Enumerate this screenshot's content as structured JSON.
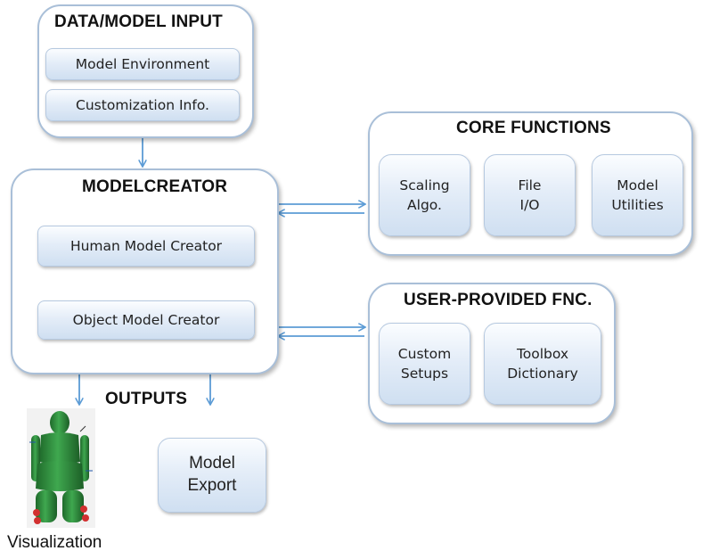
{
  "input_panel": {
    "title": "DATA/MODEL INPUT",
    "items": [
      "Model Environment",
      "Customization Info."
    ]
  },
  "modelcreator_panel": {
    "title": "MODELCREATOR",
    "items": [
      "Human Model Creator",
      "Object Model Creator"
    ]
  },
  "core_panel": {
    "title": "CORE FUNCTIONS",
    "items": [
      "Scaling\nAlgo.",
      "File\nI/O",
      "Model\nUtilities"
    ]
  },
  "user_panel": {
    "title": "USER-PROVIDED FNC.",
    "items": [
      "Custom\nSetups",
      "Toolbox\nDictionary"
    ]
  },
  "outputs": {
    "title": "OUTPUTS",
    "export_label": "Model\nExport",
    "visualization_label": "Visualization"
  },
  "colors": {
    "arrow": "#5b9bd5",
    "panel_border": "#a9bfd8",
    "figure_green": "#2f8a3e"
  }
}
